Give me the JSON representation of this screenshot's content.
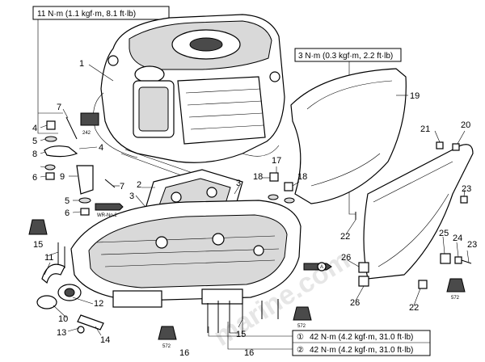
{
  "torque_specs": {
    "top_left": "11 N·m (1.1 kgf·m, 8.1 ft·lb)",
    "top_right": "3 N·m (0.3 kgf·m, 2.2 ft·lb)",
    "bottom_1_mark": "①",
    "bottom_1": "42 N·m (4.2 kgf·m, 31.0 ft·lb)",
    "bottom_2_mark": "②",
    "bottom_2": "42 N·m (4.2 kgf·m, 31.0 ft·lb)"
  },
  "symbols": {
    "grease_code_242": "242",
    "grease_code_572": "572",
    "water_resistant_grease": "WR-No.2",
    "sealant_marker": "A"
  },
  "watermark": "marine.com",
  "callouts": [
    "1",
    "2",
    "3",
    "4",
    "5",
    "6",
    "7",
    "8",
    "9",
    "10",
    "11",
    "12",
    "13",
    "14",
    "15",
    "16",
    "17",
    "18",
    "19",
    "20",
    "21",
    "22",
    "23",
    "24",
    "25",
    "26"
  ]
}
